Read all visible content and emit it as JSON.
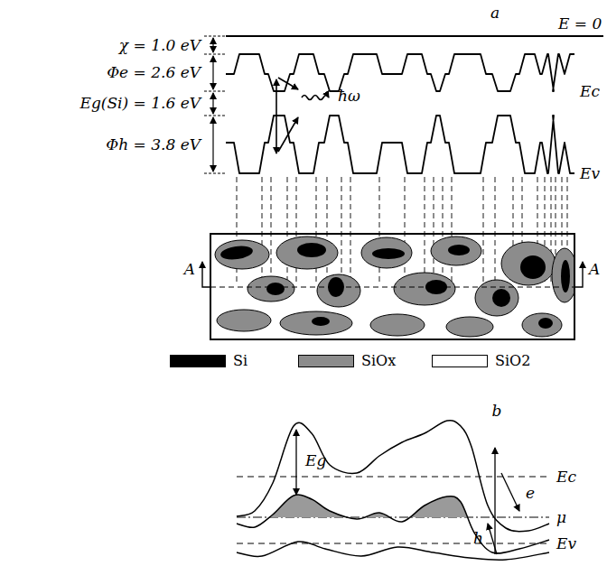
{
  "diagram": {
    "labels": [
      "a",
      "E = 0",
      "χ = 1.0 eV",
      "Φe = 2.6 eV",
      "Eg(Si) = 1.6 eV",
      "Φh = 3.8 eV",
      "Ec",
      "Ev",
      "ħω",
      "A",
      "A",
      "b",
      "Eg",
      "Ec",
      "e",
      "μ",
      "h",
      "Ev"
    ],
    "legend": [
      {
        "text": "Si",
        "color": "#000000"
      },
      {
        "text": "SiOx",
        "color": "#8c8c8c"
      },
      {
        "text": "SiO2",
        "color": "#ffffff"
      }
    ]
  }
}
